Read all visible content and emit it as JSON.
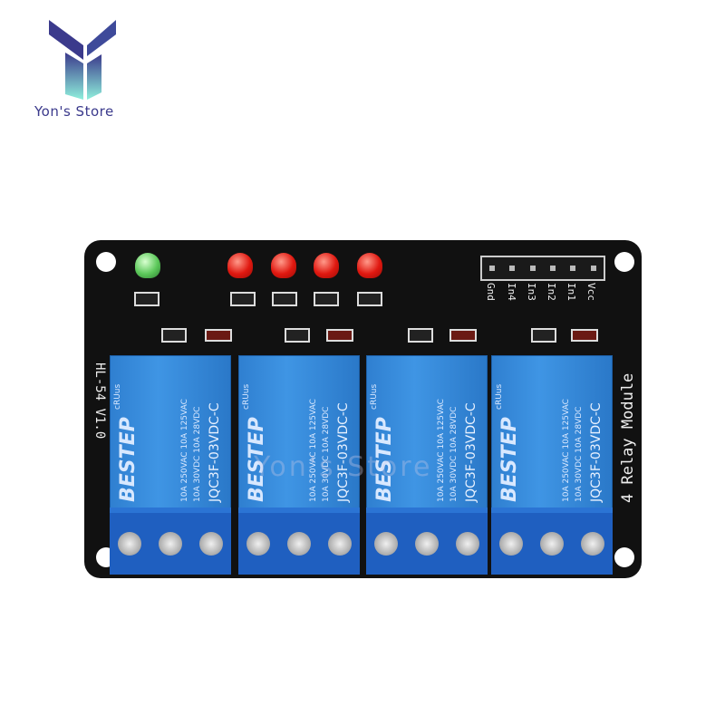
{
  "logo": {
    "text": "Yon's Store",
    "colors": [
      "#3b3a8c",
      "#7fe0d0"
    ]
  },
  "board": {
    "model_label": "HL-54 V1.0",
    "module_label": "4 Relay Module",
    "watermark": "Yon's Store",
    "header_pins": [
      "Gnd",
      "In4",
      "In3",
      "In2",
      "In1",
      "Vcc"
    ],
    "leds": [
      {
        "color": "green"
      },
      {
        "color": "red"
      },
      {
        "color": "red"
      },
      {
        "color": "red"
      },
      {
        "color": "red"
      }
    ],
    "relays": [
      {
        "brand": "BESTEP",
        "cert": "cRUus",
        "line1": "10A  250VAC  10A  125VAC",
        "line2": "10A  30VDC  10A  28VDC",
        "model": "JQC3F-03VDC-C"
      },
      {
        "brand": "BESTEP",
        "cert": "cRUus",
        "line1": "10A  250VAC  10A  125VAC",
        "line2": "10A  30VDC  10A  28VDC",
        "model": "JQC3F-03VDC-C"
      },
      {
        "brand": "BESTEP",
        "cert": "cRUus",
        "line1": "10A  250VAC  10A  125VAC",
        "line2": "10A  30VDC  10A  28VDC",
        "model": "JQC3F-03VDC-C"
      },
      {
        "brand": "BESTEP",
        "cert": "cRUus",
        "line1": "10A  250VAC  10A  125VAC",
        "line2": "10A  30VDC  10A  28VDC",
        "model": "JQC3F-03VDC-C"
      }
    ],
    "colors": {
      "pcb": "#111111",
      "relay": "#3a8ddc",
      "terminal": "#1f5fc0"
    }
  }
}
